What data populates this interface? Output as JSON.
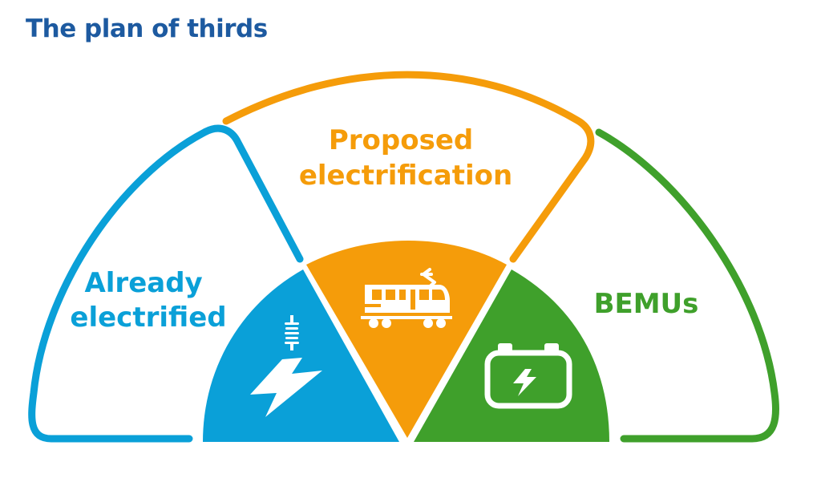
{
  "title": "The plan of thirds",
  "colors": {
    "title": "#1d5aa0",
    "already": "#0aa0d8",
    "proposed": "#f59c0a",
    "bemus": "#3fa02b",
    "icon": "#ffffff"
  },
  "segments": [
    {
      "id": "already",
      "label_lines": [
        "Already",
        "electrified"
      ],
      "icon": "lightning-insulator-icon"
    },
    {
      "id": "proposed",
      "label_lines": [
        "Proposed",
        "electrification"
      ],
      "icon": "train-pantograph-icon"
    },
    {
      "id": "bemus",
      "label_lines": [
        "BEMUs"
      ],
      "icon": "battery-icon"
    }
  ]
}
